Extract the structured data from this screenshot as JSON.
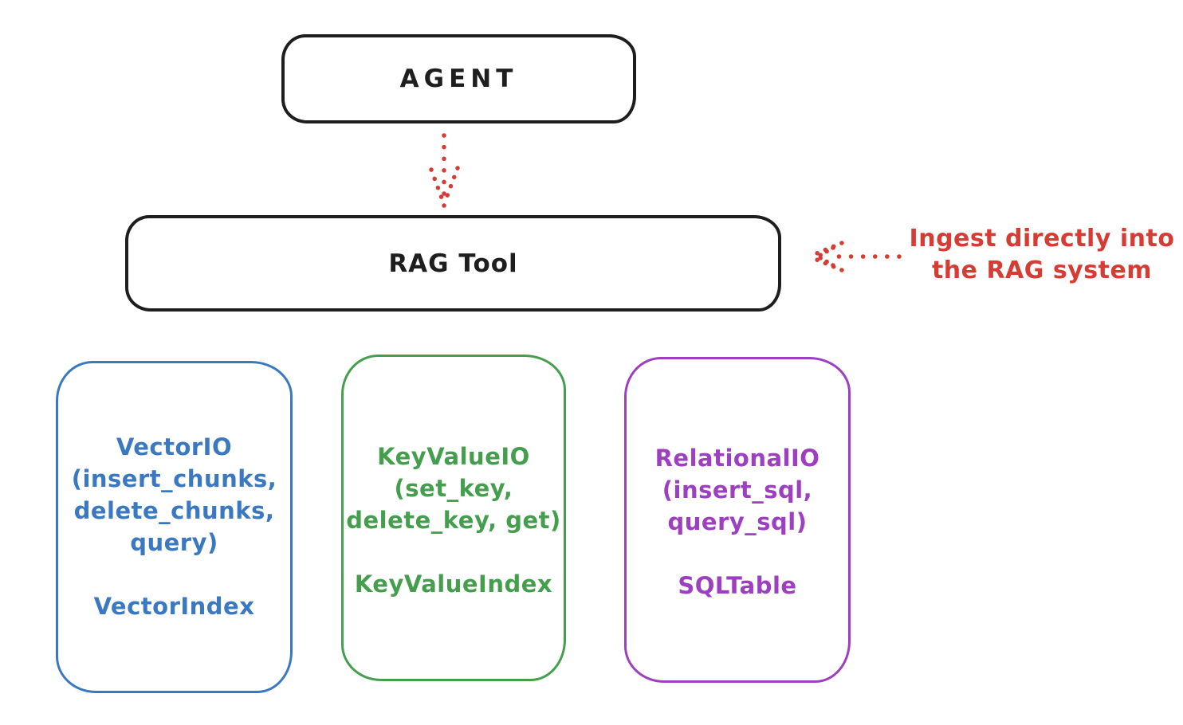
{
  "canvas": {
    "background": "#ffffff"
  },
  "colors": {
    "ink": "#1e1e1e",
    "red": "#d63c34",
    "blue": "#3b78c2",
    "green": "#459e4d",
    "purple": "#9d3fc0"
  },
  "nodes": {
    "agent": {
      "label": "AGENT"
    },
    "rag_tool": {
      "label": "RAG Tool"
    }
  },
  "annotation": {
    "lines": [
      "Ingest directly into",
      "the RAG system"
    ],
    "color": "#d63c34"
  },
  "backends": [
    {
      "name": "vector-io",
      "color": "#3b78c2",
      "lines": [
        "VectorIO",
        "(insert_chunks,",
        "delete_chunks,",
        "query)"
      ],
      "index": "VectorIndex"
    },
    {
      "name": "keyvalue-io",
      "color": "#459e4d",
      "lines": [
        "KeyValueIO",
        "(set_key,",
        "delete_key, get)"
      ],
      "index": "KeyValueIndex"
    },
    {
      "name": "relational-io",
      "color": "#9d3fc0",
      "lines": [
        "RelationalIO",
        "(insert_sql,",
        "query_sql)"
      ],
      "index": "SQLTable"
    }
  ],
  "arrows": [
    {
      "name": "agent-to-rag-tool",
      "style": "dotted",
      "direction": "down",
      "color": "#d63c34"
    },
    {
      "name": "ingest-into-rag-tool",
      "style": "dotted",
      "direction": "left",
      "color": "#d63c34"
    }
  ]
}
